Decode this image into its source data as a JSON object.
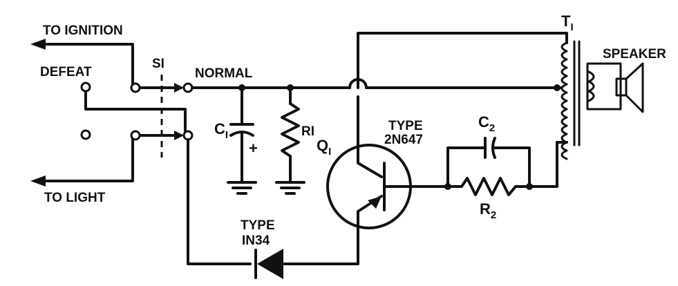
{
  "labels": {
    "to_ignition": "TO IGNITION",
    "to_light": "TO LIGHT",
    "defeat": "DEFEAT",
    "normal": "NORMAL",
    "switch": "SI",
    "c1": "C",
    "c1_sub": "I",
    "c1_plus": "+",
    "r1": "RI",
    "q1": "Q",
    "q1_sub": "I",
    "transistor_type": "TYPE",
    "transistor_part": "2N647",
    "c2": "C",
    "c2_sub": "2",
    "r2": "R",
    "r2_sub": "2",
    "t1": "T",
    "t1_sub": "I",
    "speaker": "SPEAKER",
    "diode_type": "TYPE",
    "diode_part": "IN34"
  },
  "colors": {
    "ink": "#111111",
    "paper": "#ffffff"
  }
}
